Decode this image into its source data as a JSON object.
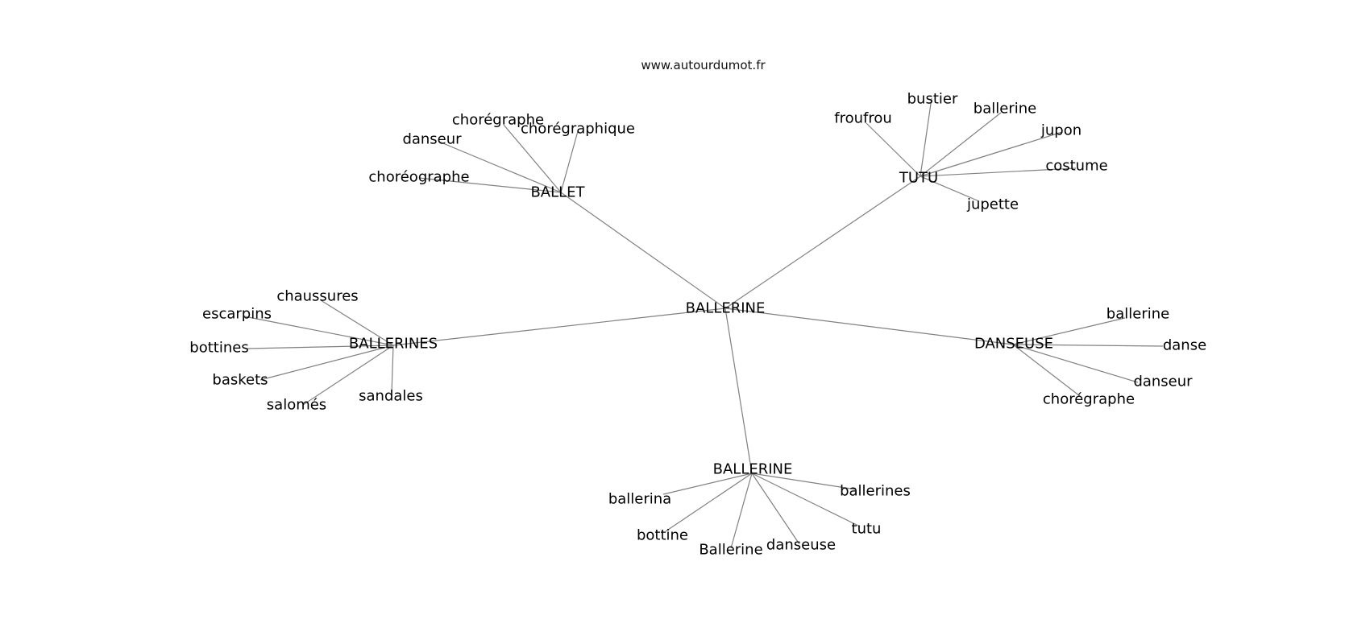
{
  "site": "www.autourdumot.fr",
  "graph": {
    "root": "BALLERINE",
    "groups": [
      {
        "hub": "BALLET",
        "words": [
          "chorégraphe",
          "chorégraphique",
          "danseur",
          "choréographe"
        ]
      },
      {
        "hub": "TUTU",
        "words": [
          "froufrou",
          "bustier",
          "ballerine",
          "jupon",
          "costume",
          "jupette"
        ]
      },
      {
        "hub": "BALLERINES",
        "words": [
          "chaussures",
          "escarpins",
          "bottines",
          "baskets",
          "salomés",
          "sandales"
        ]
      },
      {
        "hub": "DANSEUSE",
        "words": [
          "ballerine",
          "danse",
          "danseur",
          "chorégraphe"
        ]
      },
      {
        "hub": "BALLERINE",
        "words": [
          "ballerina",
          "bottine",
          "Ballerine",
          "danseuse",
          "tutu",
          "ballerines"
        ]
      }
    ]
  }
}
